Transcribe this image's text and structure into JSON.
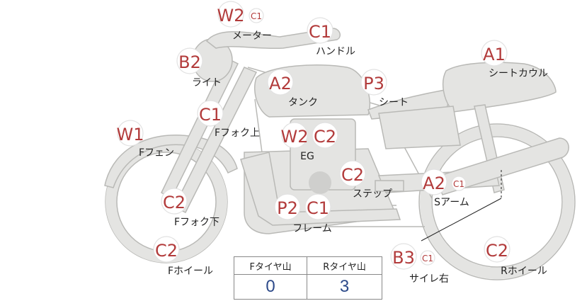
{
  "parts": [
    {
      "id": "meter",
      "big": "W2",
      "small": "C1",
      "label": "メーター"
    },
    {
      "id": "handle",
      "big": "C1",
      "small": "",
      "label": "ハンドル"
    },
    {
      "id": "seatcowl",
      "big": "A1",
      "small": "",
      "label": "シートカウル"
    },
    {
      "id": "light",
      "big": "B2",
      "small": "",
      "label": "ライト"
    },
    {
      "id": "tank",
      "big": "A2",
      "small": "",
      "label": "タンク"
    },
    {
      "id": "seat",
      "big": "P3",
      "small": "",
      "label": "シート"
    },
    {
      "id": "ffork-upper",
      "big": "C1",
      "small": "",
      "label": "Fフォク上"
    },
    {
      "id": "ffender",
      "big": "W1",
      "small": "",
      "label": "Fフェン"
    },
    {
      "id": "engine",
      "big": "W2",
      "big2": "C2",
      "small": "",
      "label": "EG"
    },
    {
      "id": "step",
      "big": "C2",
      "small": "",
      "label": "ステップ"
    },
    {
      "id": "swingarm",
      "big": "A2",
      "small": "C1",
      "label": "Sアーム"
    },
    {
      "id": "ffork-lower",
      "big": "C2",
      "small": "",
      "label": "Fフォク下"
    },
    {
      "id": "frame",
      "big": "P2",
      "big2": "C1",
      "small": "",
      "label": "フレーム"
    },
    {
      "id": "fwheel",
      "big": "C2",
      "small": "",
      "label": "Fホイール"
    },
    {
      "id": "silencer-r",
      "big": "B3",
      "small": "C1",
      "label": "サイレ右"
    },
    {
      "id": "rwheel",
      "big": "C2",
      "small": "",
      "label": "Rホイール"
    }
  ],
  "tread": {
    "front_header": "Fタイヤ山",
    "rear_header": "Rタイヤ山",
    "front_value": "0",
    "rear_value": "3"
  }
}
